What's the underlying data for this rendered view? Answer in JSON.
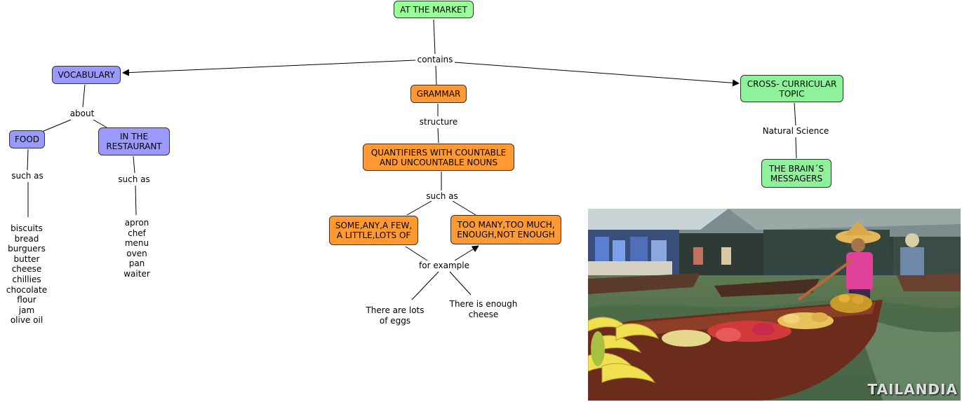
{
  "diagram": {
    "root": "AT THE MARKET",
    "root_link": "contains",
    "vocabulary": {
      "title": "VOCABULARY",
      "link": "about",
      "food": {
        "title": "FOOD",
        "link": "such as",
        "items": [
          "biscuits",
          "bread",
          "burguers",
          "butter",
          "cheese",
          "chillies",
          "chocolate",
          "flour",
          "jam",
          "olive oil"
        ]
      },
      "restaurant": {
        "title": "IN THE\nRESTAURANT",
        "link": "such as",
        "items": [
          "apron",
          "chef",
          "menu",
          "oven",
          "pan",
          "waiter"
        ]
      }
    },
    "grammar": {
      "title": "GRAMMAR",
      "link": "structure",
      "quantifiers": {
        "title": "QUANTIFIERS WITH COUNTABLE\nAND UNCOUNTABLE NOUNS",
        "link": "such as",
        "few": "SOME,ANY,A FEW,\nA LITTLE,LOTS OF",
        "many": "TOO MANY,TOO MUCH,\nENOUGH,NOT ENOUGH",
        "example_link": "for example",
        "example_eggs": "There are lots\nof eggs",
        "example_cheese": "There is enough\ncheese"
      }
    },
    "cross": {
      "title": "CROSS- CURRICULAR\nTOPIC",
      "link": "Natural Science",
      "brain": "THE BRAIN´S\nMESSAGERS"
    }
  },
  "photo": {
    "subject": "floating-market-photo",
    "watermark": "TAILANDIA"
  },
  "colors": {
    "root": "#99ff99",
    "vocabulary": "#9999ff",
    "grammar": "#ff9933",
    "cross": "#8df29a"
  }
}
